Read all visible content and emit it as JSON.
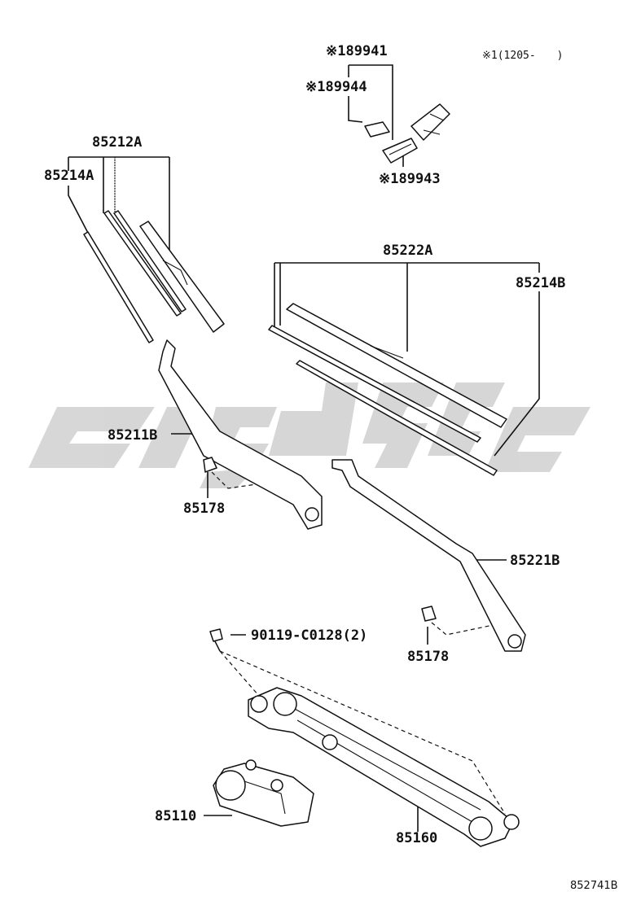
{
  "labels": {
    "p89941": "※189941",
    "p89944": "※189944",
    "p89943": "※189943",
    "note": "※1(1205-　　)",
    "p85212A": "85212A",
    "p85214A": "85214A",
    "p85222A": "85222A",
    "p85214B": "85214B",
    "p85211B": "85211B",
    "p85178_left": "85178",
    "p85221B": "85221B",
    "p90119": "90119-C0128(2)",
    "p85178_right": "85178",
    "p85110": "85110",
    "p85160": "85160"
  },
  "reference_code": "852741B",
  "watermark": {
    "color": "#d0d0d0"
  }
}
